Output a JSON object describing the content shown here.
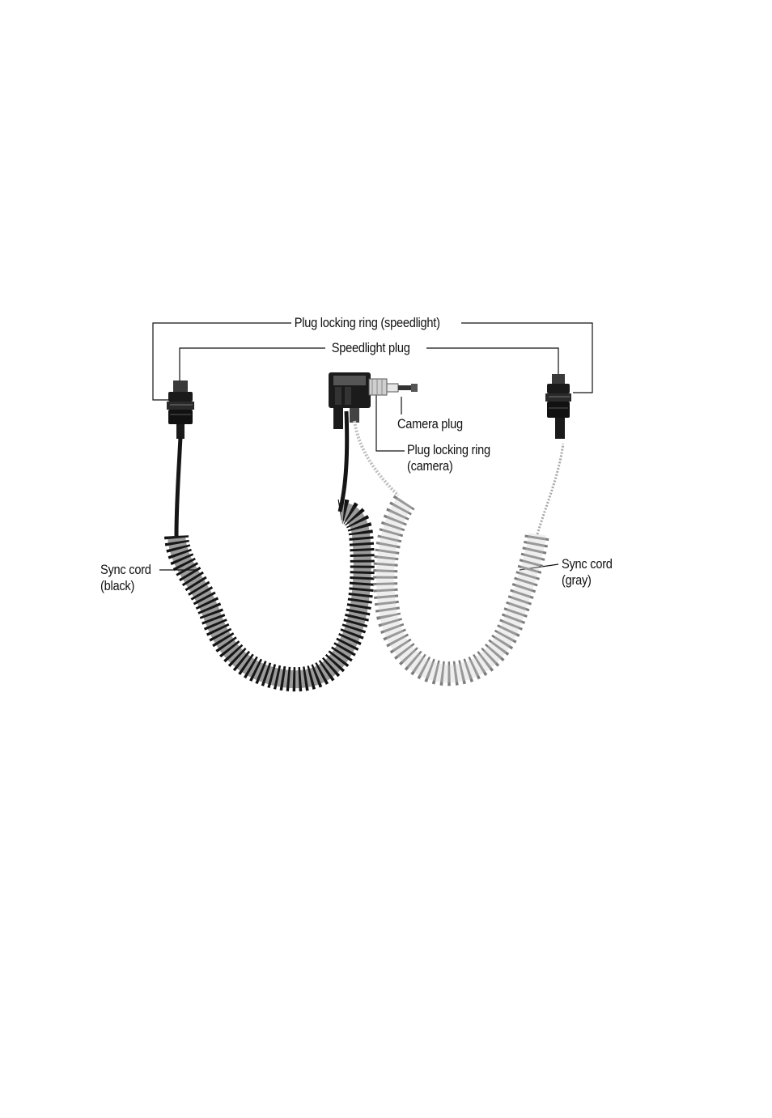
{
  "labels": {
    "plug_locking_ring_speedlight": "Plug locking ring (speedlight)",
    "speedlight_plug": "Speedlight plug",
    "camera_plug": "Camera plug",
    "plug_locking_ring_camera_1": "Plug locking ring",
    "plug_locking_ring_camera_2": "(camera)",
    "sync_cord_black_1": "Sync cord",
    "sync_cord_black_2": "(black)",
    "sync_cord_gray_1": "Sync cord",
    "sync_cord_gray_2": "(gray)"
  },
  "colors": {
    "black_cord": "#1a1a1a",
    "gray_cord": "#9a9a9a",
    "leader_line": "#111111"
  }
}
